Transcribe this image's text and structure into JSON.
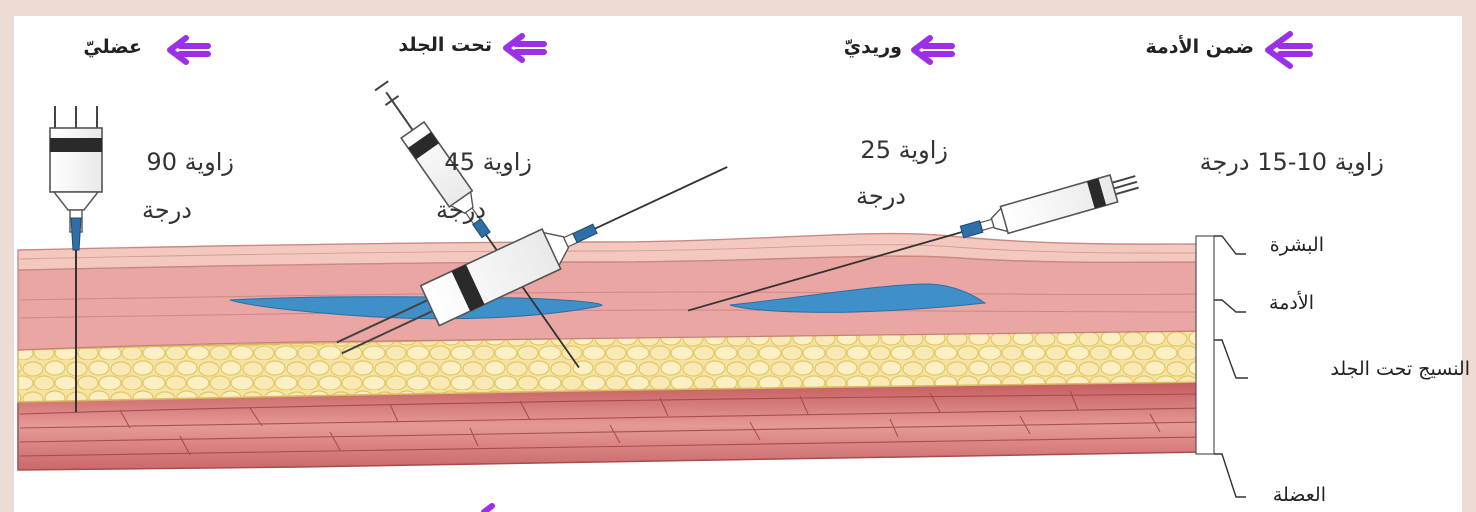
{
  "headings": {
    "intramuscular": "عضليّ",
    "subcutaneous": "تحت الجلد",
    "intravenous": "وريديّ",
    "intradermal": "ضمن الأدمة"
  },
  "angles": {
    "im_line1": "زاوية 90",
    "im_line2": "درجة",
    "sc_line1": "زاوية 45",
    "sc_line2": "درجة",
    "iv_line1": "زاوية 25",
    "iv_line2": "درجة",
    "id_line1": "زاوية 10-15 درجة"
  },
  "layers": {
    "epidermis": "البشرة",
    "dermis": "الأدمة",
    "subcutaneous_tissue": "النسيج تحت الجلد",
    "muscle": "العضلة"
  },
  "colors": {
    "arrow": "#9b30e8",
    "epidermis": "#f2c6bc",
    "dermis": "#e79f9c",
    "vein": "#3f8fc9",
    "fat": "#f6e3a0",
    "muscle": "#cf6d6d",
    "background": "#ecdcd3"
  }
}
